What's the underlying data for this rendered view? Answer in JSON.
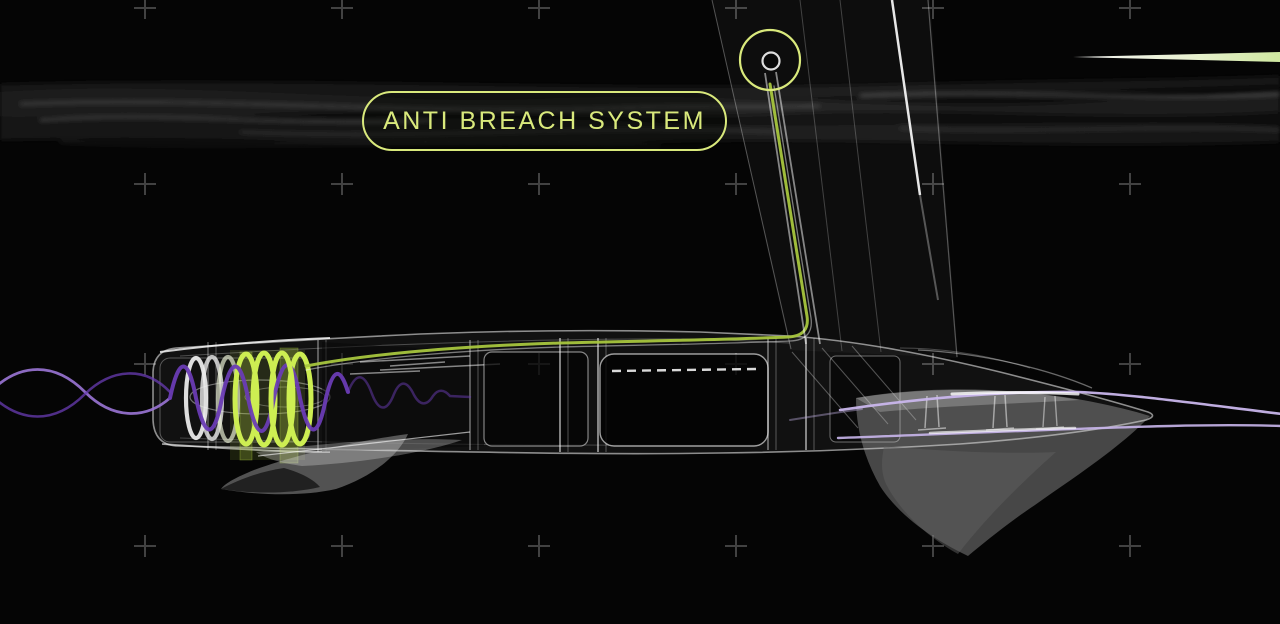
{
  "annotation": {
    "label": "ANTI BREACH SYSTEM"
  },
  "colors": {
    "background": "#050505",
    "accent": "#d9e97c",
    "cable": "#a8c63e",
    "coil": "#cdee52",
    "purple": "#9b76d6",
    "purple_deep": "#6a3cb4",
    "purple_pale": "#c9b6ec",
    "grid_marker": "#4a4a4a",
    "beam_tint": "#cfe8a0"
  },
  "icons": [
    {
      "name": "callout-circle-icon",
      "shape": "ring"
    },
    {
      "name": "antenna-tip-icon",
      "shape": "dot-ring"
    },
    {
      "name": "plus-marker-icon",
      "glyph": "+"
    }
  ]
}
